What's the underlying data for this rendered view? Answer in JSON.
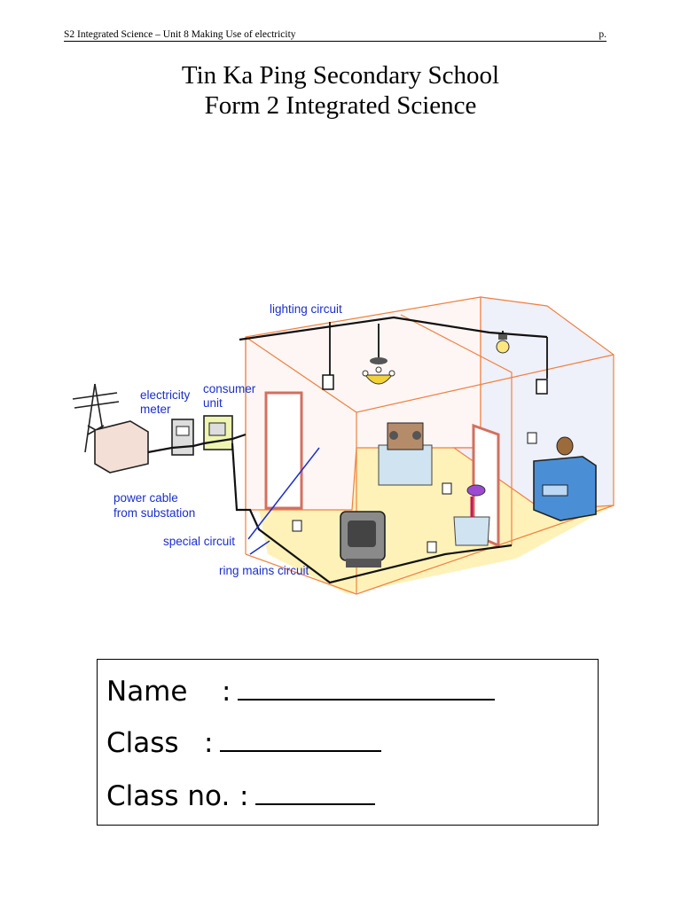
{
  "header": {
    "left": "S2 Integrated Science – Unit 8 Making Use of electricity",
    "right": "p."
  },
  "title": {
    "line1": "Tin Ka Ping Secondary School",
    "line2": "Form 2 Integrated Science"
  },
  "diagram": {
    "labels": {
      "lighting_circuit": "lighting circuit",
      "electricity_meter_1": "electricity",
      "electricity_meter_2": "meter",
      "consumer_unit_1": "consumer",
      "consumer_unit_2": "unit",
      "power_cable_1": "power cable",
      "power_cable_2": "from substation",
      "special_circuit": "special circuit",
      "ring_mains": "ring mains circuit"
    },
    "colors": {
      "label": "#1a2ecc",
      "walls": "#f08040",
      "floor": "#fff2b8"
    }
  },
  "form": {
    "name_label": "Name",
    "class_label": "Class",
    "class_no_label": "Class no.",
    "colon": ":"
  }
}
